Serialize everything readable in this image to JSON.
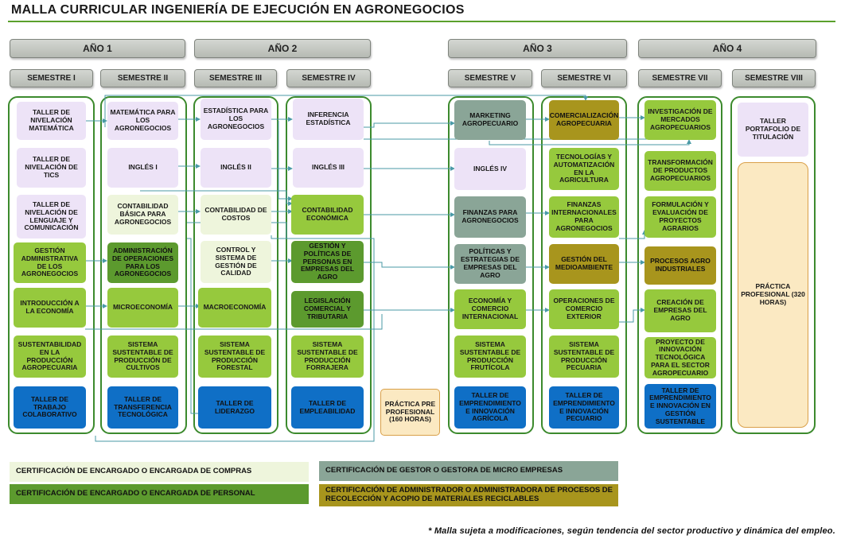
{
  "title": "MALLA CURRICULAR INGENIERÍA DE EJECUCIÓN EN AGRONEGOCIOS",
  "years": [
    "AÑO 1",
    "AÑO 2",
    "AÑO 3",
    "AÑO 4"
  ],
  "semesters": [
    "SEMESTRE I",
    "SEMESTRE II",
    "SEMESTRE III",
    "SEMESTRE IV",
    "SEMESTRE V",
    "SEMESTRE VI",
    "SEMESTRE VII",
    "SEMESTRE VIII"
  ],
  "courses": {
    "s1": [
      "TALLER DE NIVELACIÓN MATEMÁTICA",
      "TALLER DE NIVELACIÓN DE TICS",
      "TALLER DE NIVELACIÓN DE LENGUAJE Y COMUNICACIÓN",
      "GESTIÓN ADMINISTRATIVA DE LOS AGRONEGOCIOS",
      "INTRODUCCIÓN A LA ECONOMÍA",
      "SUSTENTABILIDAD EN LA PRODUCCIÓN AGROPECUARIA",
      "TALLER DE TRABAJO COLABORATIVO"
    ],
    "s2": [
      "MATEMÁTICA PARA LOS AGRONEGOCIOS",
      "INGLÉS I",
      "CONTABILIDAD BÁSICA PARA AGRONEGOCIOS",
      "ADMINISTRACIÓN DE OPERACIONES PARA LOS AGRONEGOCIOS",
      "MICROECONOMÍA",
      "SISTEMA SUSTENTABLE DE PRODUCCIÓN DE CULTIVOS",
      "TALLER DE TRANSFERENCIA TECNOLÓGICA"
    ],
    "s3": [
      "ESTADÍSTICA PARA LOS AGRONEGOCIOS",
      "INGLÉS II",
      "CONTABILIDAD DE COSTOS",
      "CONTROL Y SISTEMA DE GESTIÓN DE CALIDAD",
      "MACROECONOMÍA",
      "SISTEMA SUSTENTABLE DE PRODUCCIÓN FORESTAL",
      "TALLER DE LIDERAZGO"
    ],
    "s4": [
      "INFERENCIA ESTADÍSTICA",
      "INGLÉS III",
      "CONTABILIDAD ECONÓMICA",
      "GESTIÓN Y POLÍTICAS DE PERSONAS EN EMPRESAS DEL AGRO",
      "LEGISLACIÓN COMERCIAL Y TRIBUTARIA",
      "SISTEMA SUSTENTABLE DE PRODUCCIÓN FORRAJERA",
      "TALLER DE EMPLEABILIDAD"
    ],
    "practica_pre": "PRÁCTICA PRE PROFESIONAL (160 HORAS)",
    "s5": [
      "MARKETING AGROPECUARIO",
      "INGLÉS IV",
      "FINANZAS PARA AGRONEGOCIOS",
      "POLÍTICAS Y ESTRATEGIAS DE EMPRESAS DEL AGRO",
      "ECONOMÍA Y COMERCIO INTERNACIONAL",
      "SISTEMA SUSTENTABLE DE PRODUCCIÓN FRUTÍCOLA",
      "TALLER DE EMPRENDIMIENTO E INNOVACIÓN AGRÍCOLA"
    ],
    "s6": [
      "COMERCIALIZACIÓN AGROPECUARIA",
      "TECNOLOGÍAS Y AUTOMATIZACIÓN EN LA AGRICULTURA",
      "FINANZAS INTERNACIONALES PARA AGRONEGOCIOS",
      "GESTIÓN DEL MEDIOAMBIENTE",
      "OPERACIONES DE COMERCIO EXTERIOR",
      "SISTEMA SUSTENTABLE DE PRODUCCIÓN PECUARIA",
      "TALLER DE EMPRENDIMIENTO E INNOVACIÓN PECUARIO"
    ],
    "s7": [
      "INVESTIGACIÓN DE MERCADOS AGROPECUARIOS",
      "TRANSFORMACIÓN DE PRODUCTOS AGROPECUARIOS",
      "FORMULACIÓN Y EVALUACIÓN DE PROYECTOS AGRARIOS",
      "PROCESOS AGRO INDUSTRIALES",
      "CREACIÓN DE EMPRESAS DEL AGRO",
      "PROYECTO DE INNOVACIÓN TECNOLÓGICA PARA EL SECTOR AGROPECUARIO",
      "TALLER DE EMPRENDIMIENTO E INNOVACIÓN EN GESTIÓN SUSTENTABLE"
    ],
    "s8": [
      "TALLER PORTAFOLIO DE TITULACIÓN",
      "PRÁCTICA PROFESIONAL (320 HORAS)"
    ]
  },
  "legend": {
    "compras": "CERTIFICACIÓN DE ENCARGADO O ENCARGADA DE COMPRAS",
    "personal": "CERTIFICACIÓN DE ENCARGADO O ENCARGADA DE PERSONAL",
    "gestor": "CERTIFICACIÓN DE GESTOR O GESTORA DE MICRO EMPRESAS",
    "administrador": "CERTIFICACIÓN DE ADMINISTRADOR O ADMINISTRADORA DE PROCESOS DE RECOLECCIÓN Y ACOPIO DE MATERIALES RECICLABLES"
  },
  "note": "* Malla sujeta a modificaciones, según tendencia del sector productivo y dinámica del empleo.",
  "colors": {
    "frame": "#3c8a2d",
    "arrow": "#4a9aa6",
    "lavender": "#ede3f7",
    "lime": "#96c93d",
    "light_cream": "#eef5dc",
    "dark_green": "#5c9a2e",
    "grey_green": "#8aa597",
    "olive": "#a8951d",
    "blue": "#0f6fc6",
    "peach": "#fbe9c2"
  }
}
